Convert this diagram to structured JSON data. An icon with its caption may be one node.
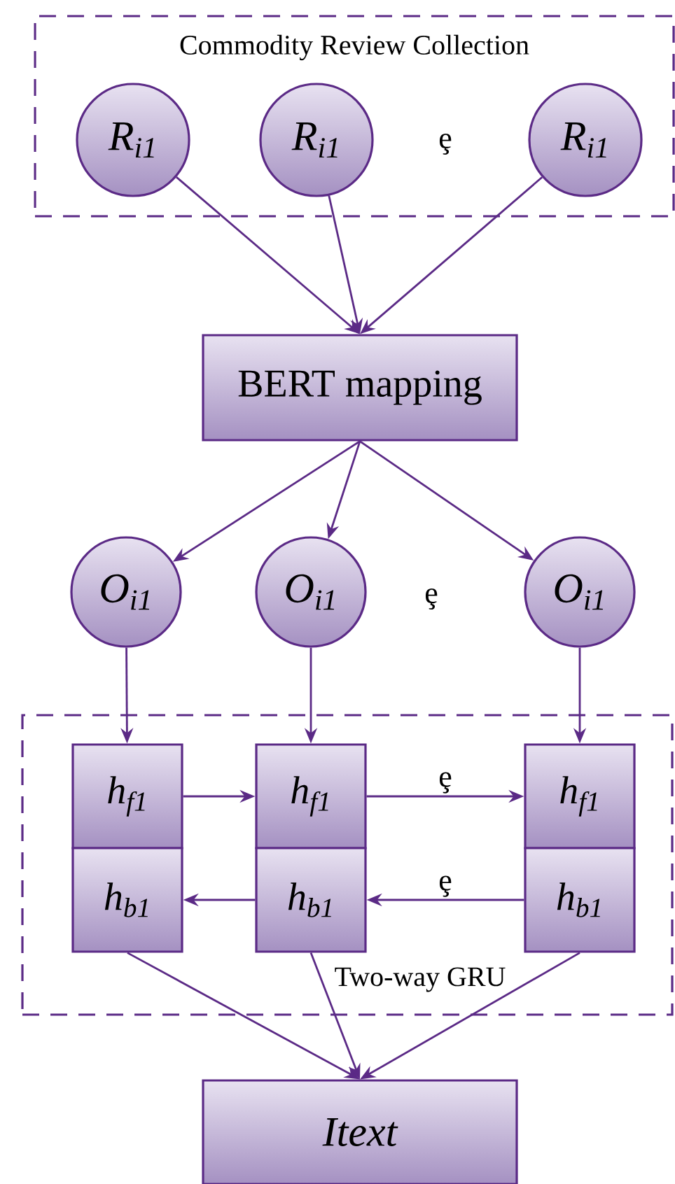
{
  "diagram": {
    "nodes": [
      {
        "text": [
          "Commodity Review Collection"
        ]
      },
      {
        "text": [
          "R$_{i1}$"
        ],
        "in": 0
      },
      {
        "text": [
          "R$_{i1}$"
        ],
        "in": 0
      },
      {
        "text": [
          "R$_{i1}$"
        ],
        "in": 0
      },
      {
        "text": [
          "BERT mapping"
        ]
      },
      {
        "text": [
          "O$_{i1}$"
        ]
      },
      {
        "text": [
          "O$_{i1}$"
        ]
      },
      {
        "text": [
          "O$_{i1}$"
        ]
      },
      {
        "text": [
          "Two-way GRU"
        ]
      },
      {
        "text": [
          "h$_{f1}$"
        ],
        "in": 8
      },
      {
        "text": [
          "h$_{f1}$"
        ],
        "in": 8
      },
      {
        "text": [
          "h$_{f1}$"
        ],
        "in": 8
      },
      {
        "text": [
          "h$_{b1}$"
        ],
        "in": 8
      },
      {
        "text": [
          "h$_{b1}$"
        ],
        "in": 8
      },
      {
        "text": [
          "h$_{b1}$"
        ],
        "in": 8
      },
      {
        "text": [
          "Itext"
        ]
      }
    ],
    "edges": [
      {
        "from": 1,
        "to": 4,
        "arrow": "to"
      },
      {
        "from": 2,
        "to": 4,
        "arrow": "to"
      },
      {
        "from": 3,
        "to": 4,
        "arrow": "to"
      },
      {
        "from": 4,
        "to": 5,
        "arrow": "to"
      },
      {
        "from": 4,
        "to": 6,
        "arrow": "to"
      },
      {
        "from": 4,
        "to": 7,
        "arrow": "to"
      },
      {
        "from": 5,
        "to": 9,
        "arrow": "to"
      },
      {
        "from": 6,
        "to": 10,
        "arrow": "to"
      },
      {
        "from": 7,
        "to": 11,
        "arrow": "to"
      },
      {
        "from": 9,
        "to": 10,
        "arrow": "to"
      },
      {
        "from": 10,
        "to": 11,
        "arrow": "to",
        "label": "ȩ"
      },
      {
        "from": 14,
        "to": 13,
        "arrow": "to",
        "label": "ȩ"
      },
      {
        "from": 13,
        "to": 12,
        "arrow": "to"
      },
      {
        "from": 12,
        "to": 15,
        "arrow": "to"
      },
      {
        "from": 13,
        "to": 15,
        "arrow": "to"
      },
      {
        "from": 14,
        "to": 15,
        "arrow": "to"
      }
    ],
    "labels": [
      "ȩ",
      "ȩ"
    ]
  }
}
